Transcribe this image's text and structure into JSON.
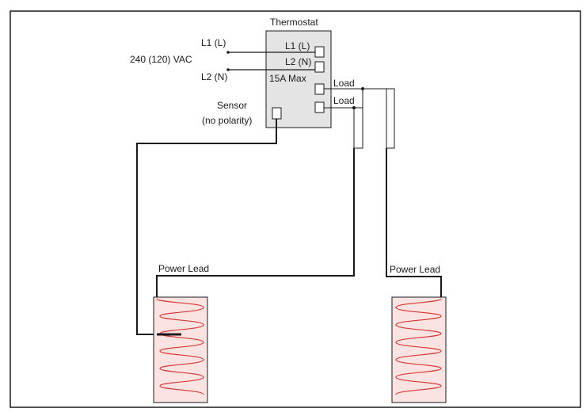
{
  "colors": {
    "frame": "#1a1a1a",
    "thermostat_fill": "#e4e4e4",
    "mat_fill": "#fbe3e1",
    "heating_coil": "#d23a3a",
    "wire": "#1a1a1a"
  },
  "thermostat": {
    "title": "Thermostat",
    "terminal_l1": "L1 (L)",
    "terminal_l2": "L2 (N)",
    "rating": "15A Max",
    "load_1": "Load",
    "load_2": "Load"
  },
  "supply": {
    "l1": "L1 (L)",
    "voltage": "240 (120) VAC",
    "l2": "L2 (N)"
  },
  "sensor": {
    "line1": "Sensor",
    "line2": "(no polarity)"
  },
  "mats": {
    "left_power_lead": "Power Lead",
    "right_power_lead": "Power Lead"
  }
}
